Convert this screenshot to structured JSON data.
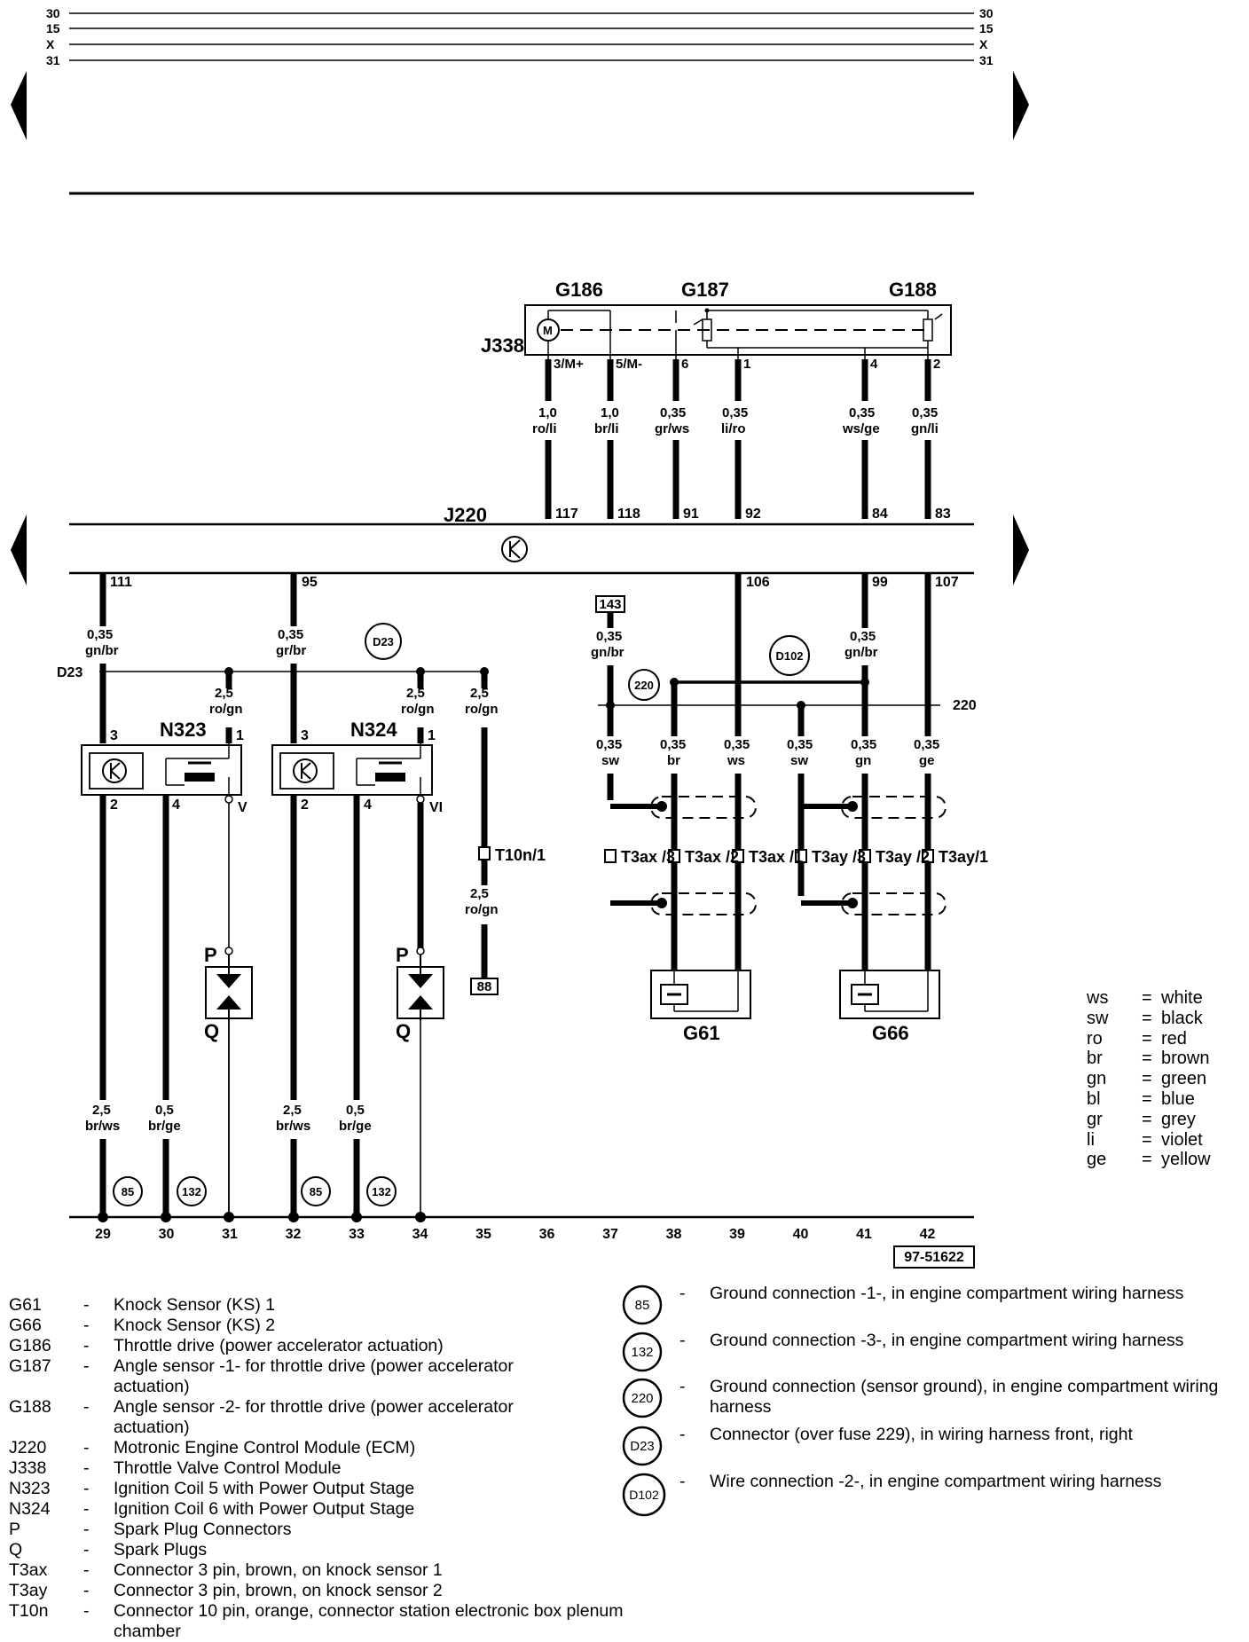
{
  "rails": {
    "left": [
      "30",
      "15",
      "X",
      "31"
    ],
    "right": [
      "30",
      "15",
      "X",
      "31"
    ]
  },
  "j338": {
    "label": "J338",
    "sensors": [
      "G186",
      "G187",
      "G188"
    ],
    "motor_symbol": "M",
    "pins": [
      "3/M+",
      "5/M-",
      "6",
      "1",
      "4",
      "2"
    ]
  },
  "upper_wires": [
    {
      "size": "1,0",
      "color": "ro/li",
      "ecm_pin": "117"
    },
    {
      "size": "1,0",
      "color": "br/li",
      "ecm_pin": "118"
    },
    {
      "size": "0,35",
      "color": "gr/ws",
      "ecm_pin": "91"
    },
    {
      "size": "0,35",
      "color": "li/ro",
      "ecm_pin": "92"
    },
    {
      "size": "0,35",
      "color": "ws/ge",
      "ecm_pin": "84"
    },
    {
      "size": "0,35",
      "color": "gn/li",
      "ecm_pin": "83"
    }
  ],
  "ecm": {
    "label": "J220",
    "lower_pins": [
      "111",
      "95",
      "106",
      "99",
      "107"
    ]
  },
  "lower_wires": {
    "w111": {
      "size": "0,35",
      "color": "gn/br"
    },
    "w95": {
      "size": "0,35",
      "color": "gr/br"
    },
    "w143": {
      "size": "0,35",
      "color": "gn/br"
    },
    "w99": {
      "size": "0,35",
      "color": "gn/br"
    },
    "feed1": {
      "size": "2,5",
      "color": "ro/gn"
    },
    "feed2": {
      "size": "2,5",
      "color": "ro/gn"
    },
    "feed3": {
      "size": "2,5",
      "color": "ro/gn"
    },
    "feed4": {
      "size": "2,5",
      "color": "ro/gn"
    },
    "ks": [
      {
        "size": "0,35",
        "color": "sw"
      },
      {
        "size": "0,35",
        "color": "br"
      },
      {
        "size": "0,35",
        "color": "ws"
      },
      {
        "size": "0,35",
        "color": "sw"
      },
      {
        "size": "0,35",
        "color": "gn"
      },
      {
        "size": "0,35",
        "color": "ge"
      }
    ],
    "ground": [
      {
        "size": "2,5",
        "color": "br/ws"
      },
      {
        "size": "0,5",
        "color": "br/ge"
      },
      {
        "size": "2,5",
        "color": "br/ws"
      },
      {
        "size": "0,5",
        "color": "br/ge"
      }
    ]
  },
  "markers": {
    "d23_line": "D23",
    "d23_circle": "D23",
    "d102_circle": "D102",
    "c220": "220",
    "line220": "220",
    "box143": "143",
    "box88": "88",
    "t10n": "T10n/1",
    "g85": "85",
    "g132": "132"
  },
  "coils": {
    "n323": {
      "label": "N323",
      "pins": [
        "3",
        "1",
        "2",
        "4",
        "V"
      ]
    },
    "n324": {
      "label": "N324",
      "pins": [
        "3",
        "1",
        "2",
        "4",
        "VI"
      ]
    },
    "p": "P",
    "q": "Q"
  },
  "connectors": [
    "T3ax /3",
    "T3ax /2",
    "T3ax /1",
    "T3ay /3",
    "T3ay /2",
    "T3ay/1"
  ],
  "knock_sensors": [
    "G61",
    "G66"
  ],
  "bottom_numbers": [
    "29",
    "30",
    "31",
    "32",
    "33",
    "34",
    "35",
    "36",
    "37",
    "38",
    "39",
    "40",
    "41",
    "42"
  ],
  "doc_id": "97-51622",
  "color_legend": [
    {
      "code": "ws",
      "name": "white"
    },
    {
      "code": "sw",
      "name": "black"
    },
    {
      "code": "ro",
      "name": "red"
    },
    {
      "code": "br",
      "name": "brown"
    },
    {
      "code": "gn",
      "name": "green"
    },
    {
      "code": "bl",
      "name": "blue"
    },
    {
      "code": "gr",
      "name": "grey"
    },
    {
      "code": "li",
      "name": "violet"
    },
    {
      "code": "ge",
      "name": "yellow"
    }
  ],
  "component_key": [
    {
      "code": "G61",
      "desc": "Knock Sensor (KS) 1"
    },
    {
      "code": "G66",
      "desc": "Knock Sensor (KS) 2"
    },
    {
      "code": "G186",
      "desc": "Throttle drive (power accelerator actuation)"
    },
    {
      "code": "G187",
      "desc": "Angle sensor -1- for throttle drive (power accelerator actuation)"
    },
    {
      "code": "G188",
      "desc": "Angle sensor -2- for throttle drive (power accelerator actuation)"
    },
    {
      "code": "J220",
      "desc": "Motronic Engine Control Module (ECM)"
    },
    {
      "code": "J338",
      "desc": "Throttle Valve Control Module"
    },
    {
      "code": "N323",
      "desc": "Ignition Coil 5 with Power Output Stage"
    },
    {
      "code": "N324",
      "desc": "Ignition Coil 6 with Power Output Stage"
    },
    {
      "code": "P",
      "desc": "Spark Plug Connectors"
    },
    {
      "code": "Q",
      "desc": "Spark Plugs"
    },
    {
      "code": "T3ax",
      "desc": "Connector 3 pin, brown, on knock sensor 1"
    },
    {
      "code": "T3ay",
      "desc": "Connector 3 pin, brown, on knock sensor 2"
    },
    {
      "code": "T10n",
      "desc": "Connector 10 pin, orange, connector station electronic box plenum chamber"
    }
  ],
  "ground_key": [
    {
      "code": "85",
      "desc": "Ground connection -1-, in engine compartment wiring harness"
    },
    {
      "code": "132",
      "desc": "Ground connection -3-, in engine compartment wiring harness"
    },
    {
      "code": "220",
      "desc": "Ground connection (sensor ground), in engine compartment wiring harness"
    },
    {
      "code": "D23",
      "desc": "Connector (over fuse 229), in wiring harness front, right"
    },
    {
      "code": "D102",
      "desc": "Wire connection -2-, in engine compartment wiring harness"
    }
  ]
}
